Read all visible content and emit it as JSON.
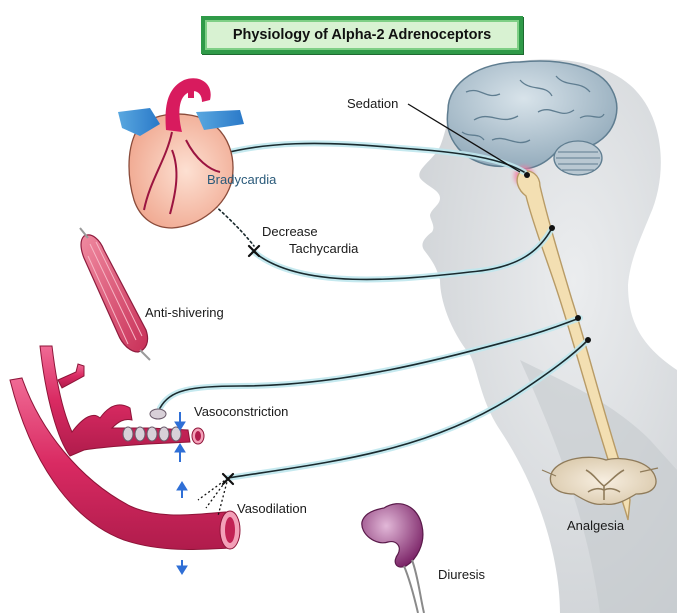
{
  "title": "Physiology of Alpha-2 Adrenoceptors",
  "labels": {
    "sedation": "Sedation",
    "bradycardia": "Bradycardia",
    "decrease_tachycardia_1": "Decrease",
    "decrease_tachycardia_2": "Tachycardia",
    "anti_shivering": "Anti-shivering",
    "vasoconstriction": "Vasoconstriction",
    "vasodilation": "Vasodilation",
    "analgesia": "Analgesia",
    "diuresis": "Diuresis"
  },
  "colors": {
    "title_border": "#2f9a48",
    "title_fill": "#d8f2d2",
    "vessel": "#e0356b",
    "heart_fill": "#f7c6b4",
    "heart_vessel": "#d81b5e",
    "brain": "#9bb4c4",
    "spinal_cord": "#f5e2b8",
    "nerve_glow": "#bfe7ee",
    "head_silhouette": "#d4d7da",
    "arrows": "#2f6fd6",
    "kidney": "#8a2c72"
  }
}
